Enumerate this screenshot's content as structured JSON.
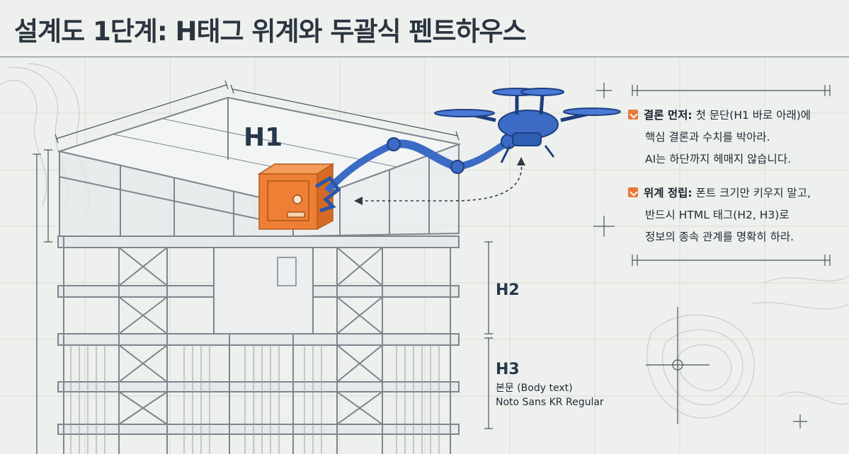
{
  "title": "설계도 1단계: H태그 위계와 두괄식 펜트하우스",
  "tags": {
    "h1": "H1",
    "h2": "H2",
    "h3": "H3"
  },
  "body_note": {
    "line1": "본문 (Body text)",
    "line2": "Noto Sans KR Regular"
  },
  "notes": [
    {
      "icon": "check-square-icon",
      "heading": "결론 먼저:",
      "line1_rest": " 첫 문단(H1 바로 아래)에",
      "line2": "핵심 결론과 수치를 박아라.",
      "line3": "AI는 하단까지 헤매지 않습니다."
    },
    {
      "icon": "check-square-icon",
      "heading": "위계 정립:",
      "line1_rest": " 폰트 크기만 키우지 말고,",
      "line2": "반드시 HTML 태그(H2, H3)로",
      "line3": "정보의 종속 관계를 명확히 하라."
    }
  ],
  "colors": {
    "accent_orange": "#e8793a",
    "drone_blue": "#2f5fb3",
    "line_gray": "#8a929a",
    "ink": "#26384b"
  }
}
